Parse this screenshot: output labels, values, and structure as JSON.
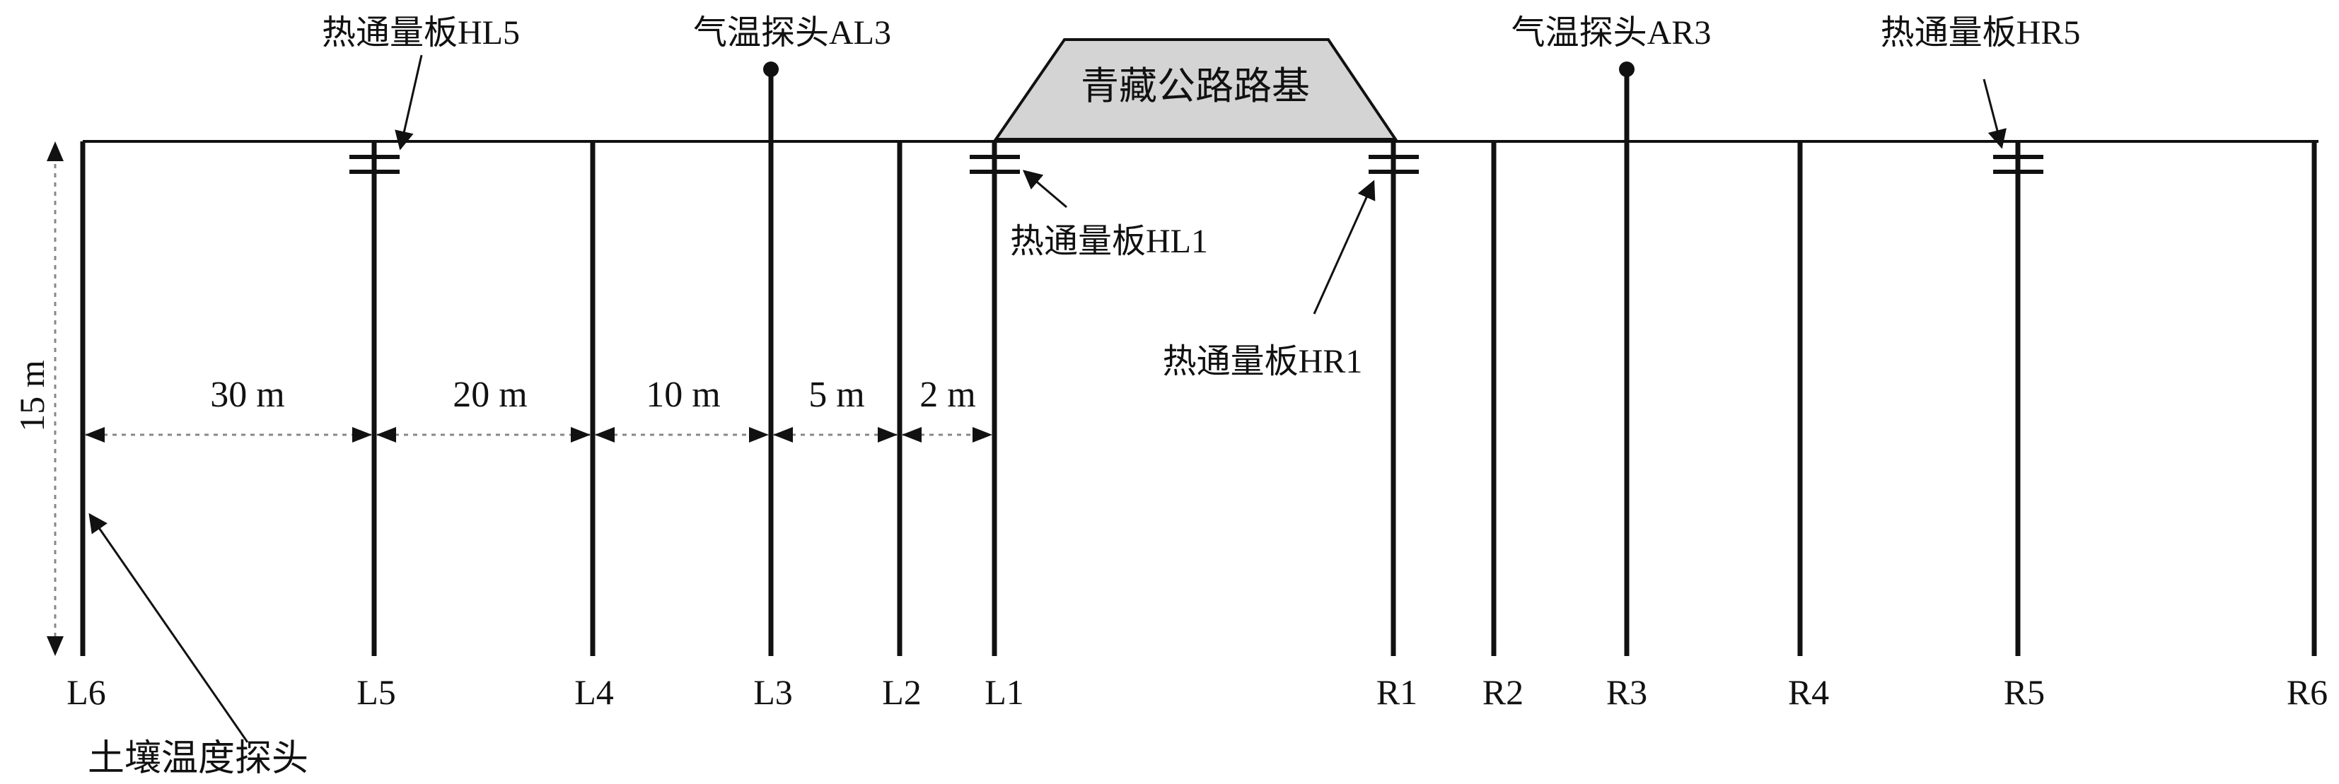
{
  "embankment": {
    "label": "青藏公路路基",
    "fill": "#d4d4d4"
  },
  "probes": [
    {
      "id": "L6",
      "label": "L6"
    },
    {
      "id": "L5",
      "label": "L5"
    },
    {
      "id": "L4",
      "label": "L4"
    },
    {
      "id": "L3",
      "label": "L3"
    },
    {
      "id": "L2",
      "label": "L2"
    },
    {
      "id": "L1",
      "label": "L1"
    },
    {
      "id": "R1",
      "label": "R1"
    },
    {
      "id": "R2",
      "label": "R2"
    },
    {
      "id": "R3",
      "label": "R3"
    },
    {
      "id": "R4",
      "label": "R4"
    },
    {
      "id": "R5",
      "label": "R5"
    },
    {
      "id": "R6",
      "label": "R6"
    }
  ],
  "depth_label": "15 m",
  "spacing_labels": [
    "30 m",
    "20 m",
    "10 m",
    "5 m",
    "2 m"
  ],
  "air_probes": [
    {
      "id": "AL3",
      "label": "气温探头AL3"
    },
    {
      "id": "AR3",
      "label": "气温探头AR3"
    }
  ],
  "heat_flux_plates": [
    {
      "id": "HL5",
      "label": "热通量板HL5"
    },
    {
      "id": "HL1",
      "label": "热通量板HL1"
    },
    {
      "id": "HR1",
      "label": "热通量板HR1"
    },
    {
      "id": "HR5",
      "label": "热通量板HR5"
    }
  ],
  "soil_probe_label": "土壤温度探头",
  "colors": {
    "line": "#111111",
    "dotted": "#888888"
  }
}
